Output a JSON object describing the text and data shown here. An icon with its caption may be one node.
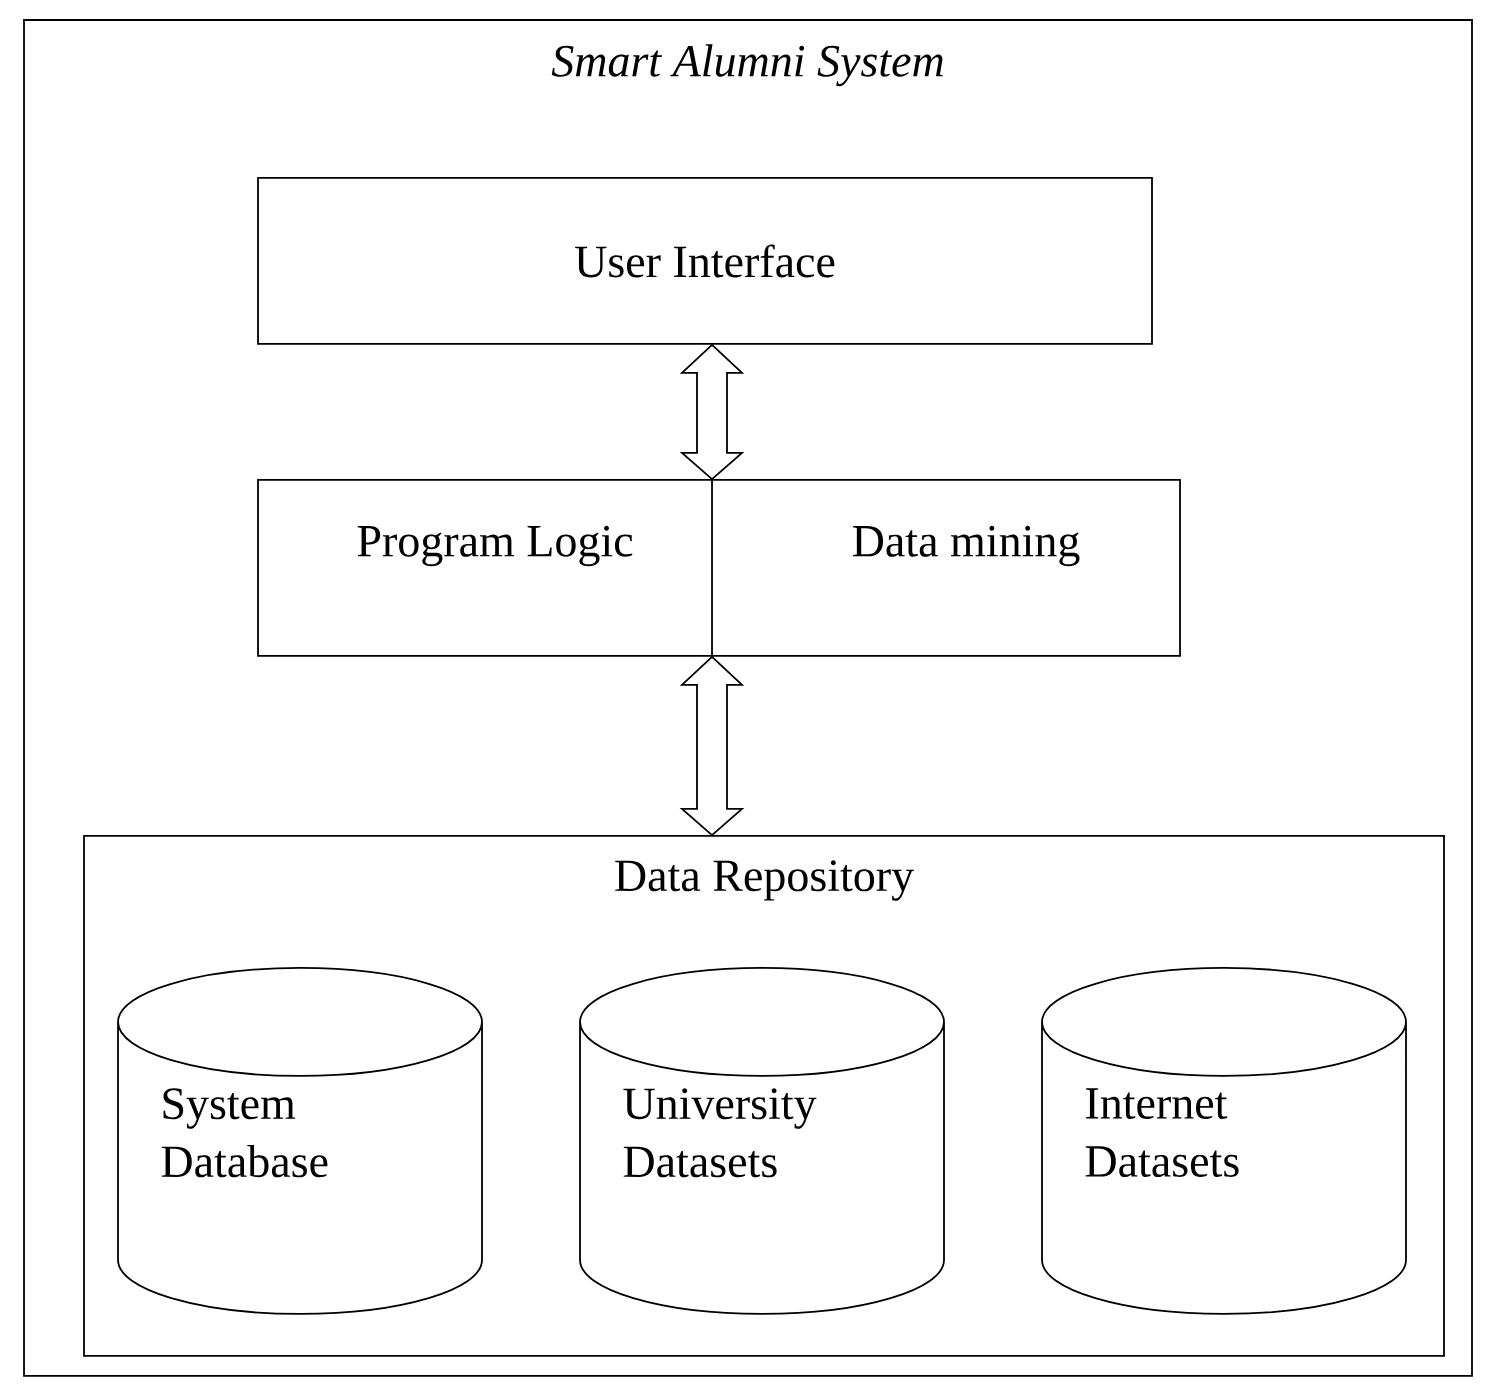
{
  "diagram": {
    "nodes": [
      {
        "text": [
          "Smart Alumni System"
        ]
      },
      {
        "text": [
          "User Interface"
        ],
        "in": 0
      },
      {
        "text": [
          "Program Logic",
          "Data mining"
        ],
        "in": 0
      },
      {
        "text": [
          "Data Repository"
        ],
        "in": 0
      },
      {
        "text": [
          "System Database"
        ],
        "in": 3
      },
      {
        "text": [
          "University Datasets"
        ],
        "in": 3
      },
      {
        "text": [
          "Internet Datasets"
        ],
        "in": 3
      }
    ],
    "edges": [
      {
        "from": 1,
        "to": 2,
        "arrow": "both"
      },
      {
        "from": 2,
        "to": 3,
        "arrow": "both"
      }
    ]
  }
}
